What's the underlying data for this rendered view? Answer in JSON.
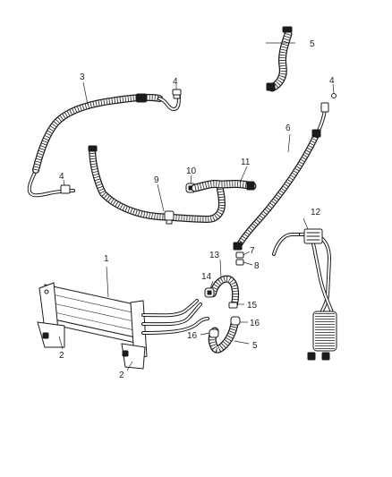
{
  "callouts": {
    "c1": "1",
    "c2a": "2",
    "c2b": "2",
    "c3": "3",
    "c4a": "4",
    "c4b": "4",
    "c4c": "4",
    "c5a": "5",
    "c5b": "5",
    "c6": "6",
    "c7": "7",
    "c8": "8",
    "c9": "9",
    "c10": "10",
    "c11": "11",
    "c12": "12",
    "c13": "13",
    "c14": "14",
    "c15": "15",
    "c16a": "16",
    "c16b": "16"
  }
}
